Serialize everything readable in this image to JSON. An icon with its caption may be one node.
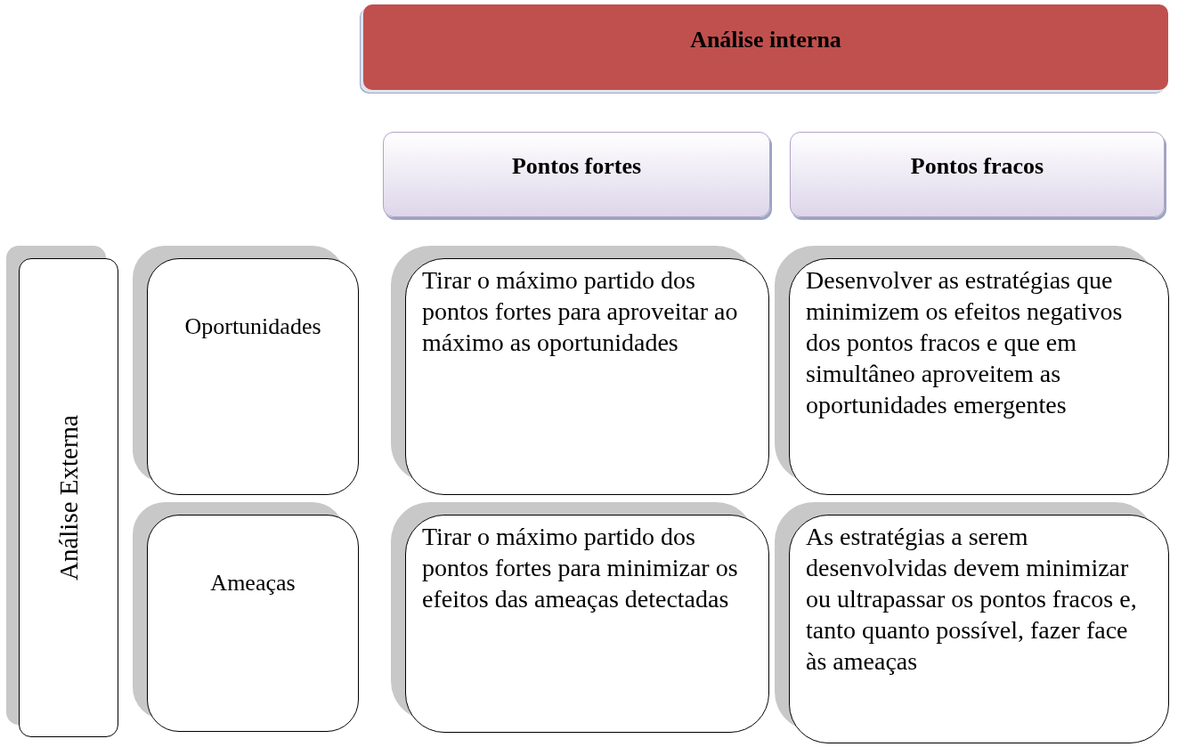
{
  "diagram": {
    "nodes": [
      {
        "text": [
          "Análise interna"
        ]
      },
      {
        "text": [
          "Pontos fortes"
        ]
      },
      {
        "text": [
          "Pontos fracos"
        ]
      },
      {
        "text": [
          "Análise Externa"
        ]
      },
      {
        "text": [
          "Oportunidades"
        ]
      },
      {
        "text": [
          "Tirar o máximo partido dos pontos fortes para aproveitar ao máximo as oportunidades"
        ]
      },
      {
        "text": [
          "Desenvolver as estratégias que minimizem os efeitos negativos dos pontos fracos e que em simultâneo aproveitem as oportunidades emergentes"
        ]
      },
      {
        "text": [
          "Ameaças"
        ]
      },
      {
        "text": [
          "Tirar o máximo partido dos pontos fortes para minimizar os efeitos das ameaças detectadas"
        ]
      },
      {
        "text": [
          "As estratégias a serem desenvolvidas devem minimizar ou ultrapassar os pontos fracos e, tanto quanto possível, fazer face às ameaças"
        ]
      }
    ]
  }
}
